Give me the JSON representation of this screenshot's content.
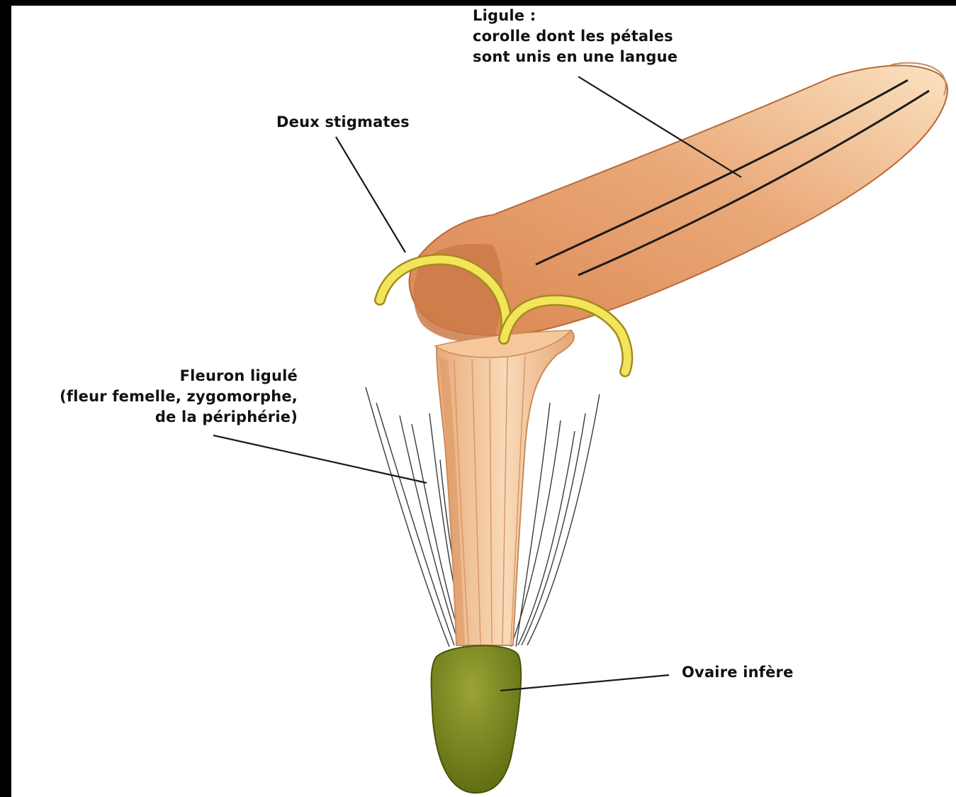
{
  "labels": {
    "ligule": [
      "Ligule :",
      "corolle dont les pétales",
      "sont unis en une langue"
    ],
    "stigmates": "Deux stigmates",
    "fleuron": [
      "Fleuron ligulé",
      "(fleur femelle, zygomorphe,",
      "de la périphérie)"
    ],
    "ovaire": "Ovaire infère"
  },
  "colors": {
    "background_frame": "#000000",
    "page": "#ffffff",
    "ligule_light": "#f7caa0",
    "ligule_dark": "#d98650",
    "tube_light": "#f9d9b8",
    "tube_dark": "#e2a574",
    "stigma": "#f0e050",
    "ovary_light": "#8f9a2a",
    "ovary_dark": "#5f6b10",
    "line": "#1a1a1a"
  }
}
